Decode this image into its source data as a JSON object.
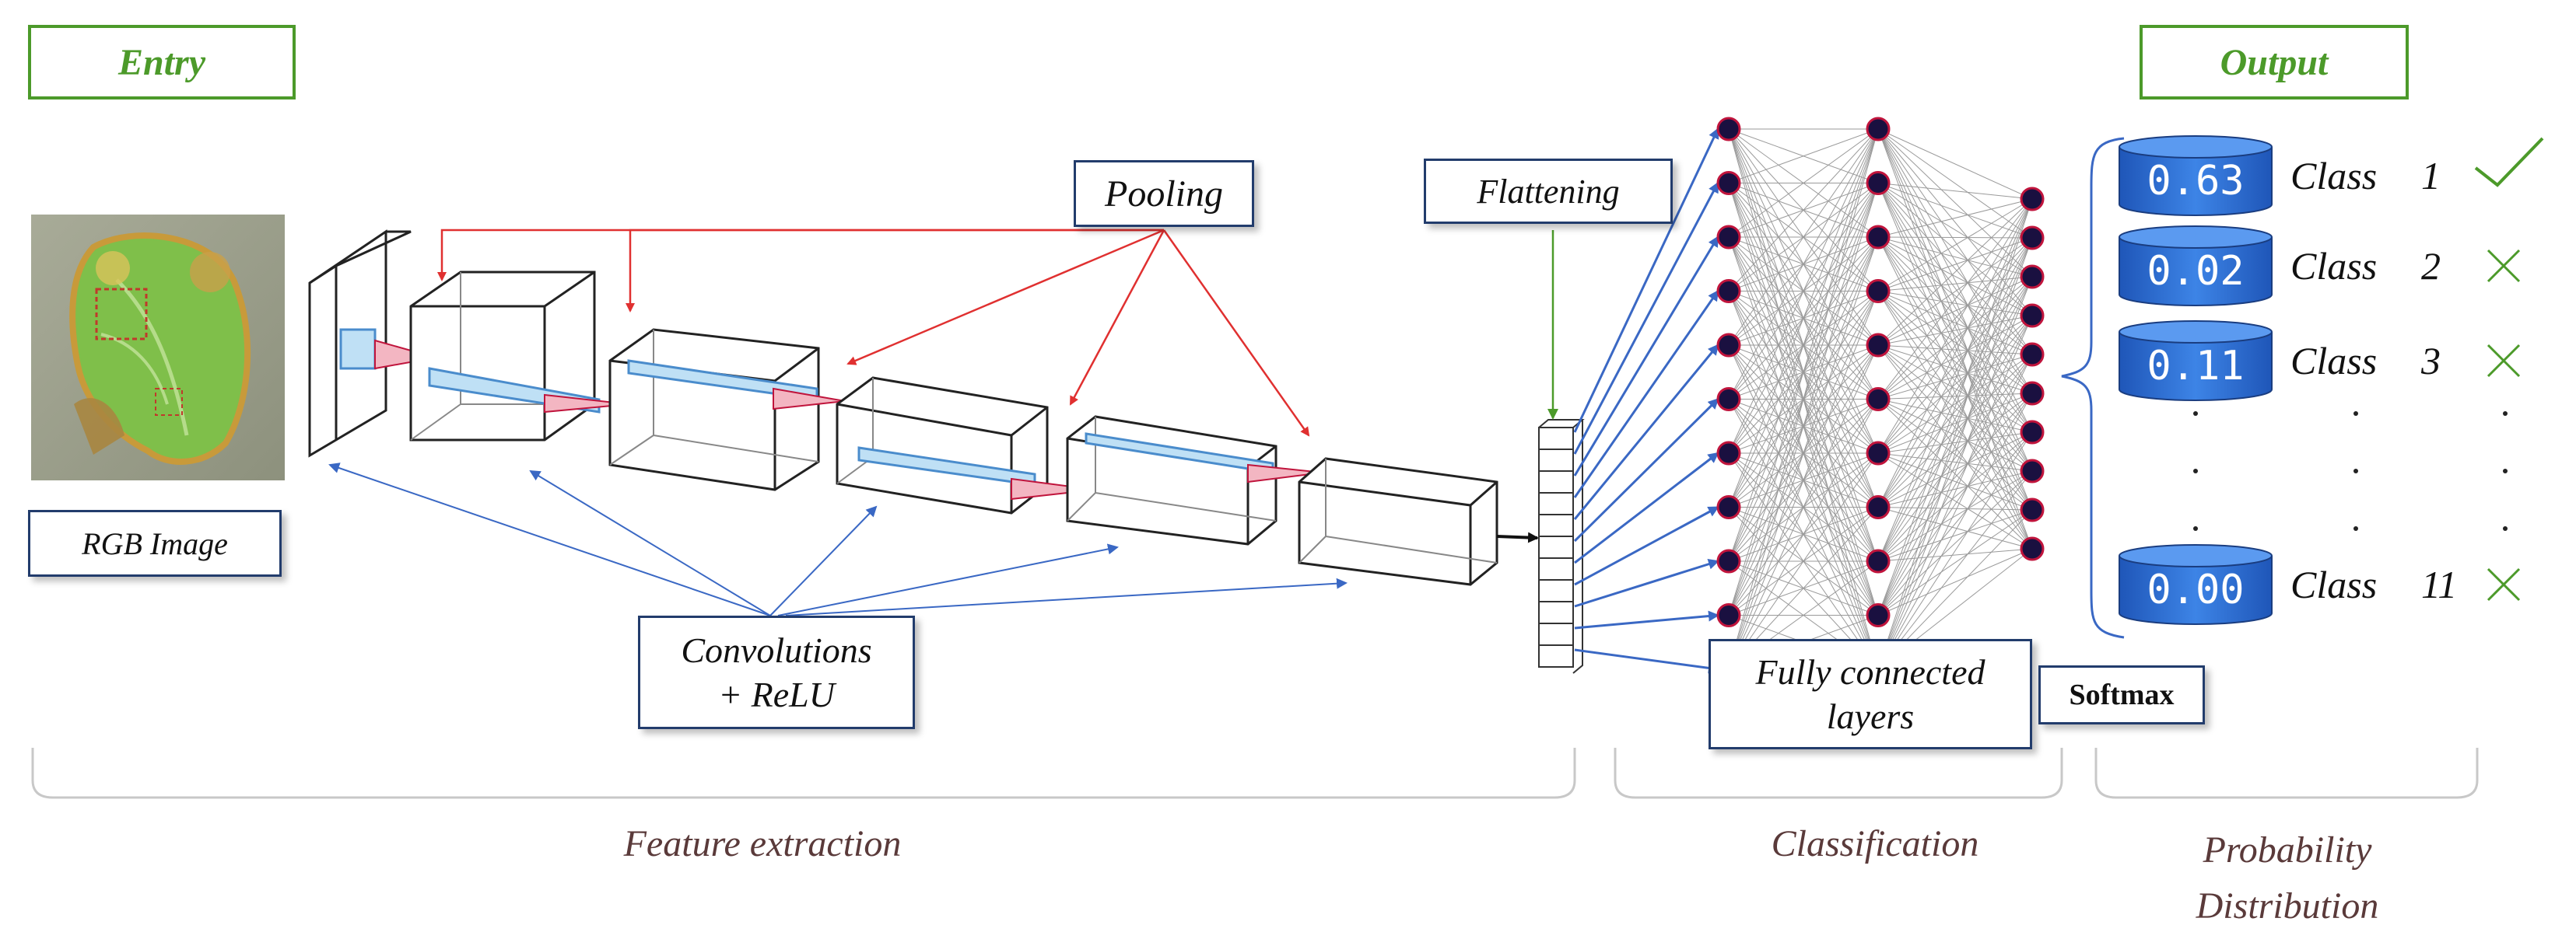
{
  "header": {
    "entry_label": "Entry",
    "output_label": "Output"
  },
  "labels": {
    "rgb_image": "RGB Image",
    "pooling": "Pooling",
    "flattening": "Flattening",
    "convolutions_line1": "Convolutions",
    "convolutions_line2": "+ ReLU",
    "fully_connected_line1": "Fully connected",
    "fully_connected_line2": "layers",
    "softmax": "Softmax"
  },
  "sections": {
    "feature_extraction": "Feature extraction",
    "classification": "Classification",
    "probability_line1": "Probability",
    "probability_line2": "Distribution"
  },
  "outputs": [
    {
      "value": "0.63",
      "class_word": "Class",
      "class_num": "1",
      "mark": "check-icon"
    },
    {
      "value": "0.02",
      "class_word": "Class",
      "class_num": "2",
      "mark": "cross-icon"
    },
    {
      "value": "0.11",
      "class_word": "Class",
      "class_num": "3",
      "mark": "cross-icon"
    },
    {
      "value": "0.00",
      "class_word": "Class",
      "class_num": "11",
      "mark": "cross-icon"
    }
  ],
  "colors": {
    "green": "#4c9a2a",
    "navy_border": "#223c6c",
    "pool_arrow": "#e03030",
    "conv_arrow": "#3a68c4",
    "node_fill": "#1a1040",
    "node_stroke": "#c0143c",
    "cylinder": "#2f6fd6",
    "section_text": "#5a3a3a"
  }
}
